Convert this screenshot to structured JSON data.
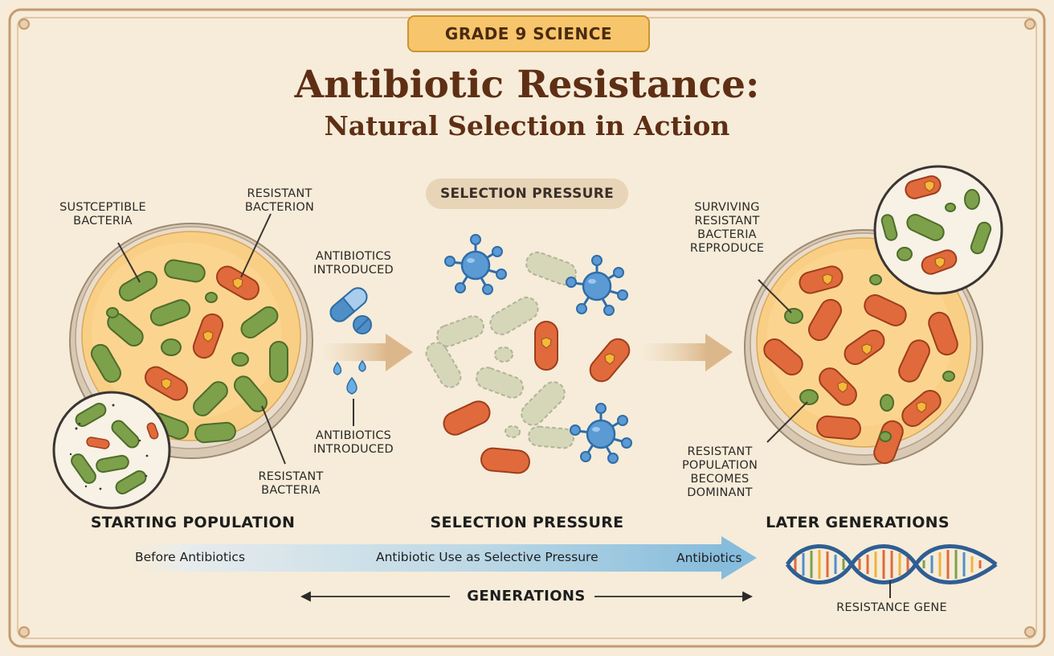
{
  "badge": "GRADE 9 SCIENCE",
  "title": {
    "line1": "Antibiotic Resistance:",
    "line2": "Natural Selection in Action"
  },
  "selection_pill": "SELECTION PRESSURE",
  "labels": {
    "susceptible": "SUSTCEPTIBLE\nBACTERIA",
    "resistant_bacterion": "RESISTANT\nBACTERION",
    "resistant_bacteria": "RESISTANT\nBACTERIA",
    "antibiotics_top": "ANTIBIOTICS\nINTRODUCED",
    "antibiotics_bottom": "ANTIBIOTICS\nINTRODUCED",
    "surviving": "SURVIVING\nRESISTANT\nBACTERIA\nREPRODUCE",
    "dominant": "RESISTANT\nPOPULATION\nBECOMES\nDOMINANT"
  },
  "stages": {
    "start": "STARTING POPULATION",
    "middle": "SELECTION PRESSURE",
    "later": "LATER GENERATIONS"
  },
  "timeline": {
    "before": "Before Antibiotics",
    "use": "Antibiotic Use as Selective Pressure",
    "end": "Antibiotics"
  },
  "generations": "GENERATIONS",
  "resistance_gene": "RESISTANCE GENE",
  "colors": {
    "susceptible": "#7da04a",
    "resistant": "#e06a3c",
    "antibiotic": "#4f8fc8",
    "agar": "#f9cf86",
    "frame": "#c79a6e",
    "title": "#5e2f14"
  }
}
